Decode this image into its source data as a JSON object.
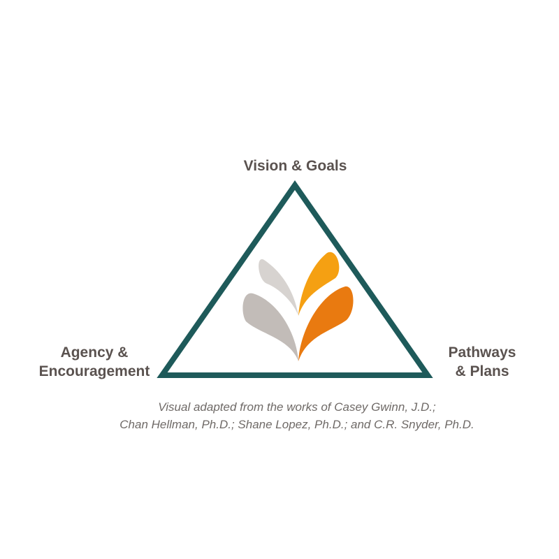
{
  "diagram": {
    "top_label": "Vision & Goals",
    "left_label": [
      "Agency &",
      "Encouragement"
    ],
    "right_label": [
      "Pathways",
      "& Plans"
    ]
  },
  "caption": [
    "Visual adapted from the works of Casey Gwinn, J.D.;",
    "Chan Hellman, Ph.D.; Shane Lopez, Ph.D.; and C.R. Snyder, Ph.D."
  ],
  "colors": {
    "triangle": "#1e5a5a",
    "text": "#5a524f",
    "caption": "#6f6a67",
    "petal_light_gray": "#d7d3d0",
    "petal_gray": "#c2bcb8",
    "petal_orange": "#f5a012",
    "petal_dark_orange": "#e97a10"
  },
  "icons": [
    "triangle-frame",
    "hope-sprout-icon"
  ]
}
